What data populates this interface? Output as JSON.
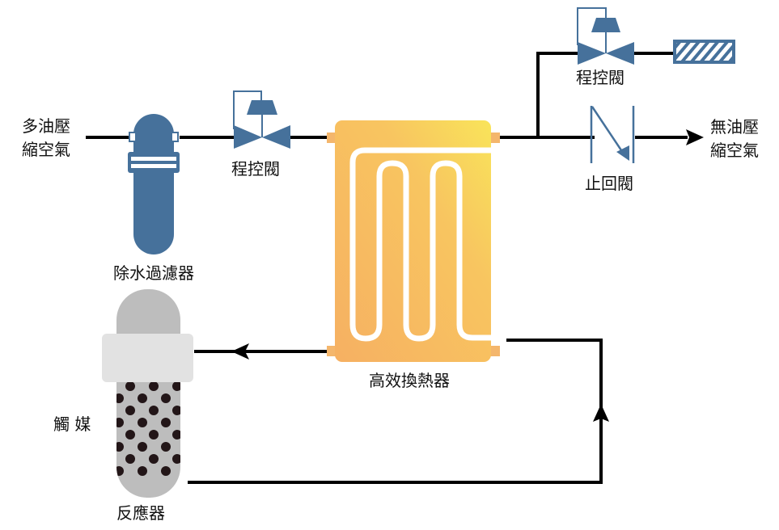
{
  "colors": {
    "valve_blue": "#46719b",
    "pipe": "#000000",
    "hx_top": "#f9e45a",
    "hx_bottom": "#f6b062",
    "hx_port": "#f4b66c",
    "reactor_body": "#bdbdbd",
    "reactor_band": "#e2e2e2",
    "catalyst_dot": "#231618"
  },
  "labels": {
    "inlet_line1": "多油壓",
    "inlet_line2": "縮空氣",
    "outlet_line1": "無油壓",
    "outlet_line2": "縮空氣",
    "water_filter": "除水過濾器",
    "control_valve_main": "程控閥",
    "control_valve_vent": "程控閥",
    "check_valve": "止回閥",
    "heat_exchanger": "高效換熱器",
    "catalyst": "觸 媒",
    "reactor": "反應器"
  },
  "components": [
    {
      "id": "water-filter",
      "type": "filter",
      "label_key": "water_filter"
    },
    {
      "id": "control-valve-main",
      "type": "control-valve",
      "label_key": "control_valve_main"
    },
    {
      "id": "heat-exchanger",
      "type": "heat-exchanger",
      "label_key": "heat_exchanger"
    },
    {
      "id": "control-valve-vent",
      "type": "control-valve",
      "label_key": "control_valve_vent"
    },
    {
      "id": "muffler",
      "type": "silencer"
    },
    {
      "id": "check-valve",
      "type": "check-valve",
      "label_key": "check_valve"
    },
    {
      "id": "reactor",
      "type": "catalytic-reactor",
      "label_key": "reactor"
    }
  ],
  "flows": [
    {
      "from": "inlet",
      "to": "water-filter"
    },
    {
      "from": "water-filter",
      "to": "control-valve-main"
    },
    {
      "from": "control-valve-main",
      "to": "heat-exchanger"
    },
    {
      "from": "heat-exchanger",
      "to": "reactor"
    },
    {
      "from": "reactor",
      "to": "heat-exchanger"
    },
    {
      "from": "heat-exchanger",
      "to": "control-valve-vent"
    },
    {
      "from": "control-valve-vent",
      "to": "muffler"
    },
    {
      "from": "heat-exchanger",
      "to": "check-valve"
    },
    {
      "from": "check-valve",
      "to": "outlet"
    }
  ]
}
